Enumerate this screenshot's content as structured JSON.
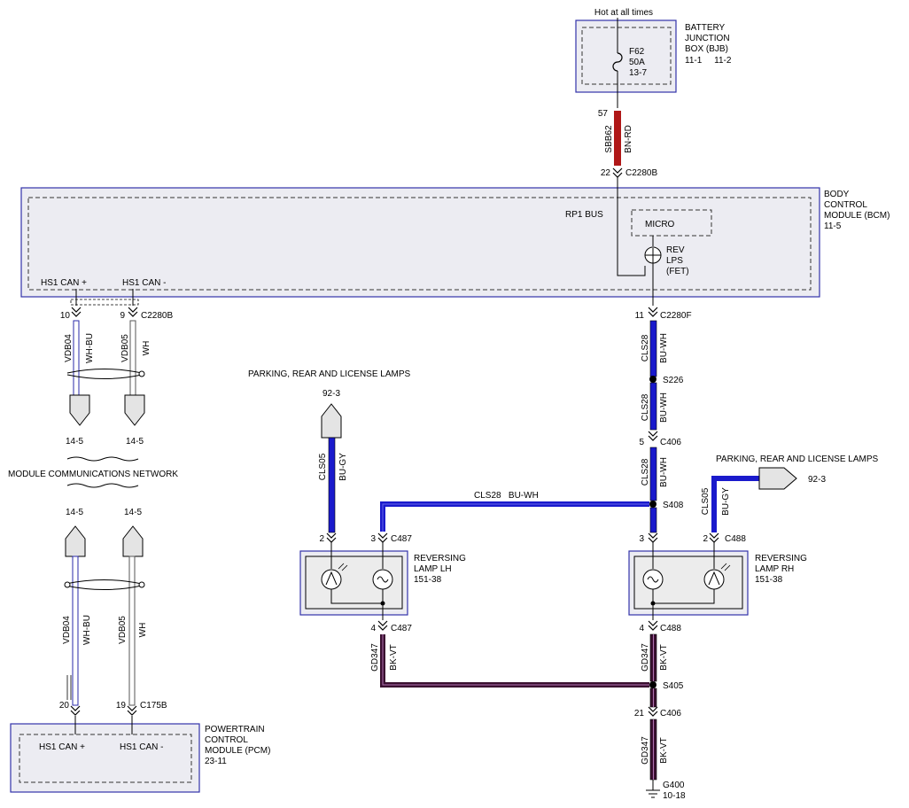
{
  "colors": {
    "module_border": "#3333aa",
    "module_fill": "#ececf2",
    "wire_red": "#b01818",
    "wire_blue": "#1a1acc",
    "wire_black_violet": "#3a1030",
    "wire_white": "#ffffff"
  },
  "bjb": {
    "hot_label": "Hot at all times",
    "fuse_name": "F62",
    "fuse_rating": "50A",
    "fuse_ref": "13-7",
    "title_lines": [
      "BATTERY",
      "JUNCTION",
      "BOX (BJB)"
    ],
    "refs": "11-1     11-2",
    "pin": "57",
    "circuit": "SBB62",
    "wire_color": "BN-RD"
  },
  "bcm": {
    "pin_in": "22",
    "conn_in": "C2280B",
    "title_lines": [
      "BODY",
      "CONTROL",
      "MODULE (BCM)",
      "11-5"
    ],
    "bus": "RP1 BUS",
    "micro": "MICRO",
    "fet_lines": [
      "REV",
      "LPS",
      "(FET)"
    ],
    "can_plus": "HS1 CAN +",
    "can_minus": "HS1 CAN -",
    "pin_can_plus": "10",
    "pin_can_minus": "9",
    "conn_can": "C2280B",
    "pin_out": "11",
    "conn_out": "C2280F"
  },
  "network": {
    "vdb04": "VDB04",
    "wh_bu": "WH-BU",
    "vdb05": "VDB05",
    "wh": "WH",
    "ref_left": "14-5",
    "ref_right": "14-5",
    "title": "MODULE COMMUNICATIONS NETWORK",
    "ref_left_2": "14-5",
    "ref_right_2": "14-5"
  },
  "pcm": {
    "pin_plus": "20",
    "pin_minus": "19",
    "conn": "C175B",
    "can_plus": "HS1 CAN +",
    "can_minus": "HS1 CAN -",
    "title_lines": [
      "POWERTRAIN",
      "CONTROL",
      "MODULE (PCM)",
      "23-11"
    ]
  },
  "reverse_circuit": {
    "cls28": "CLS28",
    "bu_wh": "BU-WH",
    "splice_s226": "S226",
    "pin_c406_top": "5",
    "conn_c406": "C406",
    "splice_s408": "S408",
    "cross_wire_label": "CLS28   BU-WH",
    "pin_rh_3": "3",
    "pin_rh_2": "2",
    "conn_c488": "C488",
    "pin_rh_4": "4",
    "conn_c488_b": "C488",
    "gd347": "GD347",
    "bk_vt": "BK-VT",
    "splice_s405": "S405",
    "pin_c406_bot": "21",
    "conn_c406_b": "C406",
    "ground": "G400",
    "ground_ref": "10-18"
  },
  "left_lamps": {
    "parking_label": "PARKING, REAR AND LICENSE LAMPS",
    "ref": "92-3",
    "cls05": "CLS05",
    "bu_gy": "BU-GY",
    "pin_2": "2",
    "pin_3": "3",
    "conn": "C487",
    "lamp_title_lines": [
      "REVERSING",
      "LAMP LH",
      "151-38"
    ],
    "pin_4": "4",
    "conn_b": "C487",
    "gd347": "GD347",
    "bk_vt": "BK-VT"
  },
  "right_lamps": {
    "parking_label": "PARKING, REAR AND LICENSE LAMPS",
    "ref": "92-3",
    "cls05": "CLS05",
    "bu_gy": "BU-GY",
    "lamp_title_lines": [
      "REVERSING",
      "LAMP RH",
      "151-38"
    ]
  }
}
